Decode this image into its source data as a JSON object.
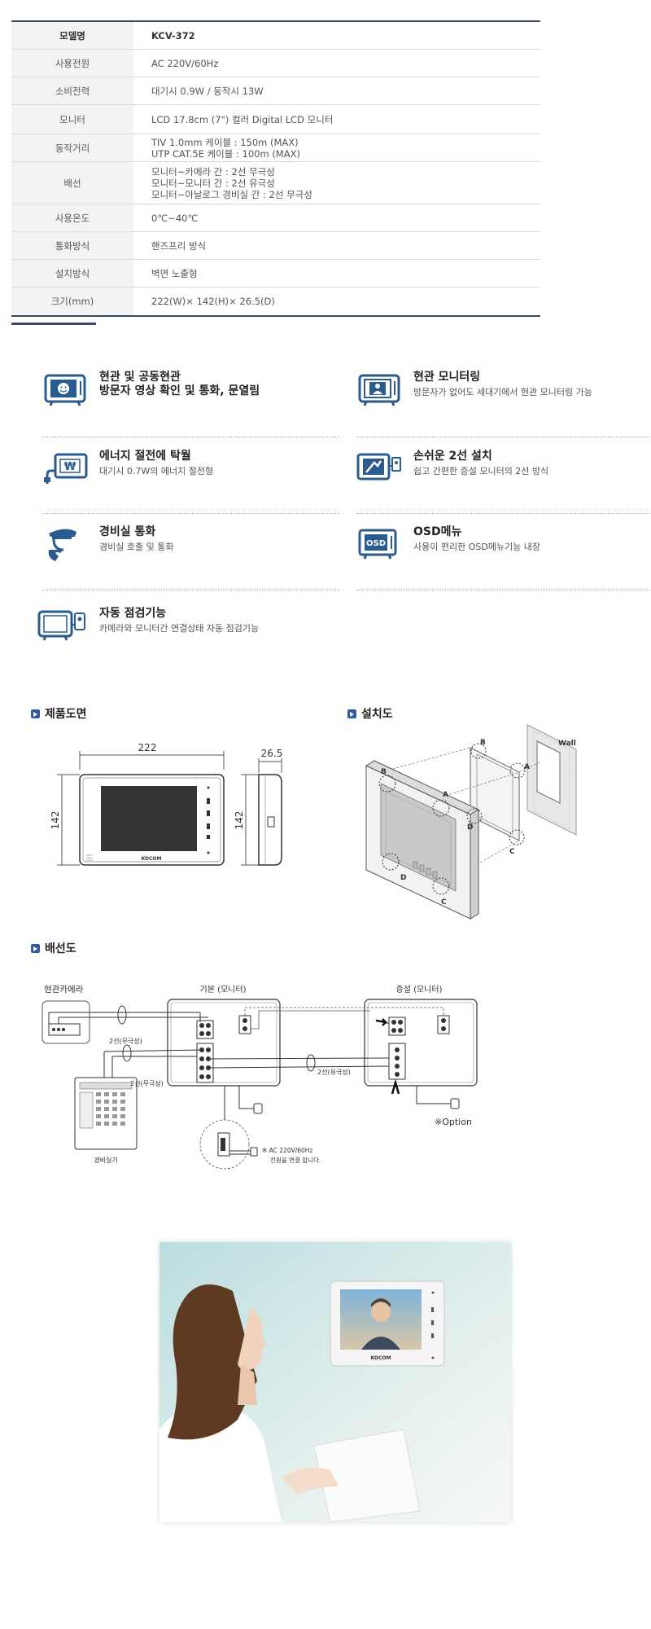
{
  "spec": [
    {
      "label": "모델명",
      "values": [
        "KCV-372"
      ]
    },
    {
      "label": "사용전원",
      "values": [
        "AC 220V/60Hz"
      ]
    },
    {
      "label": "소비전력",
      "values": [
        "대기시 0.9W / 동작시 13W"
      ]
    },
    {
      "label": "모니터",
      "values": [
        "LCD 17.8cm (7\") 컬러 Digital LCD 모니터"
      ]
    },
    {
      "label": "동작거리",
      "values": [
        "TIV 1.0mm 케이블 : 150m (MAX)",
        "UTP CAT.5E 케이블 : 100m (MAX)"
      ]
    },
    {
      "label": "배선",
      "values": [
        "모니터~카메라 간 : 2선 무극성",
        "모니터~모니터 간 : 2선 유극성",
        "모니터~아날로그 경비실 간 : 2선 무극성"
      ]
    },
    {
      "label": "사용온도",
      "values": [
        "0℃~40℃"
      ]
    },
    {
      "label": "통화방식",
      "values": [
        "핸즈프리 방식"
      ]
    },
    {
      "label": "설치방식",
      "values": [
        "벽면 노출형"
      ]
    },
    {
      "label": "크기(mm)",
      "values": [
        "222(W)× 142(H)× 26.5(D)"
      ]
    }
  ],
  "features": {
    "f1": {
      "title1": "현관 및 공동현관",
      "title2": "방문자 영상 확인 및 통화, 문열림",
      "icon": "door-camera-monitor-icon"
    },
    "f2": {
      "title": "현관 모니터링",
      "desc": "방문자가 없어도 세대기에서 현관 모니터링 가능",
      "icon": "monitoring-icon"
    },
    "f3": {
      "title": "에너지 절전에 탁월",
      "desc": "대기시 0.7W의 에너지 절전형",
      "icon": "energy-saving-icon",
      "won": "₩"
    },
    "f4": {
      "title": "손쉬운 2선 설치",
      "desc": "쉽고 간편한 증설 모니터의 2선 방식",
      "icon": "two-wire-install-icon"
    },
    "f5": {
      "title": "경비실 통화",
      "desc": "경비실 호출 및 통화",
      "icon": "guard-call-icon"
    },
    "f6": {
      "title": "OSD메뉴",
      "desc": "사용이 편리한 OSD메뉴기능 내장",
      "icon": "osd-menu-icon",
      "badge": "OSD"
    },
    "f7": {
      "title": "자동 점검기능",
      "desc": "카메라와 모니터간 연결상태 자동 점검기능",
      "icon": "auto-check-icon"
    }
  },
  "sections": {
    "drawing": "제품도면",
    "install": "설치도",
    "wiring": "배선도"
  },
  "drawing": {
    "width": "222",
    "depth": "26.5",
    "height_front": "142",
    "height_side": "142",
    "brand": "KOCOM"
  },
  "install": {
    "wall": "Wall",
    "labels": [
      "A",
      "B",
      "C",
      "D"
    ]
  },
  "wiring": {
    "camera": "현관카메라",
    "main": "기본 (모니터)",
    "sub": "증설 (모니터)",
    "two_wire_np1": "2선(무극성)",
    "two_wire_np2": "2선(무극성)",
    "two_wire_p": "2선(유극성)",
    "guard": "경비실기",
    "ac1": "※ AC 220V/60Hz",
    "ac2": "전원을 연결 합니다.",
    "option": "※Option"
  },
  "photo": {
    "brand": "KOCOM"
  },
  "colors": {
    "navy": "#3a4a66",
    "icon_blue": "#2b5c8f",
    "section_blue": "#2f5b9e"
  }
}
